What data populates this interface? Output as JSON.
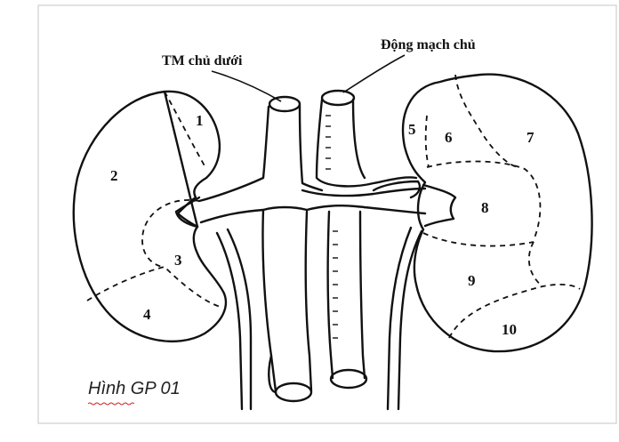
{
  "labels": {
    "vena_cava": "TM chủ dưới",
    "aorta": "Động mạch chủ"
  },
  "segments": {
    "left_kidney": [
      "1",
      "2",
      "3",
      "4"
    ],
    "right_kidney": [
      "5",
      "6",
      "7",
      "8",
      "9",
      "10"
    ]
  },
  "caption": "Hình GP 01",
  "colors": {
    "line": "#111111",
    "frame": "#d8d8d8",
    "spellcheck": "#d22222"
  }
}
